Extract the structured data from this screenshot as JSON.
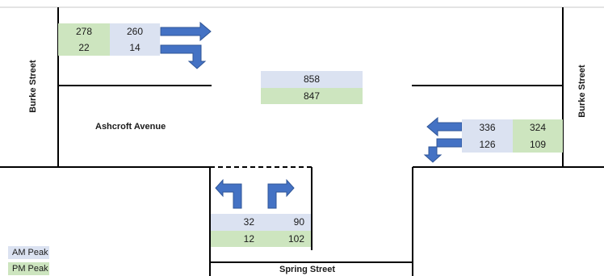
{
  "streets": {
    "burke_left": "Burke Street",
    "burke_right": "Burke Street",
    "ashcroft": "Ashcroft Avenue",
    "spring": "Spring Street"
  },
  "counts": {
    "west_approach": {
      "pm_through": "278",
      "am_through": "260",
      "pm_right": "22",
      "am_right": "14"
    },
    "midblock": {
      "am": "858",
      "pm": "847"
    },
    "east_approach": {
      "am_through": "336",
      "pm_through": "324",
      "am_left": "126",
      "pm_left": "109"
    },
    "spring_approach": {
      "am_left": "32",
      "am_right": "90",
      "pm_left": "12",
      "pm_right": "102"
    }
  },
  "legend": {
    "am": "AM Peak",
    "pm": "PM Peak"
  },
  "colors": {
    "am": "#dbe2f1",
    "pm": "#cde5bf",
    "arrow": "#4472c4"
  }
}
